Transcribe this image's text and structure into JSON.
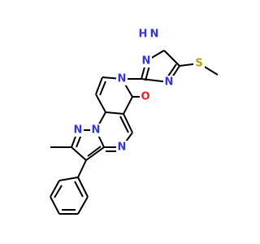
{
  "molecule": {
    "colors": {
      "bond": "#000000",
      "nitrogen": "#3333ee",
      "oxygen": "#ee2222",
      "sulfur": "#b8a000",
      "background": "#ffffff"
    },
    "atoms": {
      "n_ring_top": "N",
      "n_ring_bridge": "N",
      "n_ring_left": "N",
      "n_amide": "N",
      "o_carbonyl": "O",
      "n_triazole_nh": "N",
      "h_triazole": "H",
      "n_triazole_top": "N",
      "n_triazole_bottom": "N",
      "s_thioether": "S"
    }
  }
}
